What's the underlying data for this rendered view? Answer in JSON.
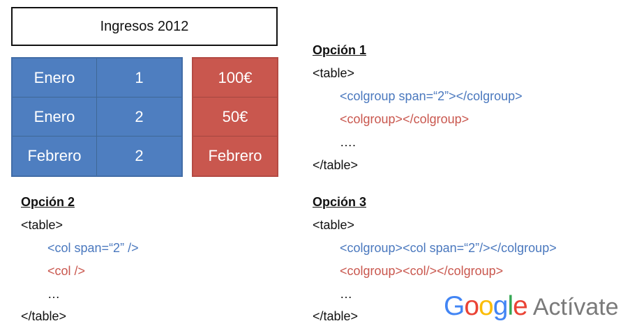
{
  "title_box": "Ingresos 2012",
  "blue_table": {
    "rows": [
      [
        "Enero",
        "1"
      ],
      [
        "Enero",
        "2"
      ],
      [
        "Febrero",
        "2"
      ]
    ]
  },
  "red_table": {
    "rows": [
      "100€",
      "50€",
      "Febrero"
    ]
  },
  "options": [
    {
      "title": "Opción 1",
      "lines": [
        {
          "text": "<table>",
          "tone": "black"
        },
        {
          "text": "<colgroup span=“2”></colgroup>",
          "tone": "blue"
        },
        {
          "text": "<colgroup></colgroup>",
          "tone": "red"
        },
        {
          "text": "….",
          "tone": "black"
        },
        {
          "text": "</table>",
          "tone": "black"
        }
      ]
    },
    {
      "title": "Opción 2",
      "lines": [
        {
          "text": "<table>",
          "tone": "black"
        },
        {
          "text": "<col span=“2” />",
          "tone": "blue"
        },
        {
          "text": "<col />",
          "tone": "red"
        },
        {
          "text": "…",
          "tone": "black"
        },
        {
          "text": "</table>",
          "tone": "black"
        }
      ]
    },
    {
      "title": "Opción 3",
      "lines": [
        {
          "text": "<table>",
          "tone": "black"
        },
        {
          "text": "<colgroup><col span=“2”/></colgroup>",
          "tone": "blue"
        },
        {
          "text": "<colgroup><col/></colgroup>",
          "tone": "red"
        },
        {
          "text": "…",
          "tone": "black"
        },
        {
          "text": "</table>",
          "tone": "black"
        }
      ]
    }
  ],
  "brand": {
    "google_letters": [
      "G",
      "o",
      "o",
      "g",
      "l",
      "e"
    ],
    "activate": "Actívate"
  },
  "colors": {
    "blue_block": "#4e7ec0",
    "red_block": "#c9574e",
    "code_blue": "#4a78be",
    "code_red": "#c9574e",
    "text_black": "#111111",
    "google_blue": "#4285f4",
    "google_red": "#ea4335",
    "google_yellow": "#fbbc05",
    "google_green": "#34a853",
    "activate_gray": "#7a7a7a"
  }
}
